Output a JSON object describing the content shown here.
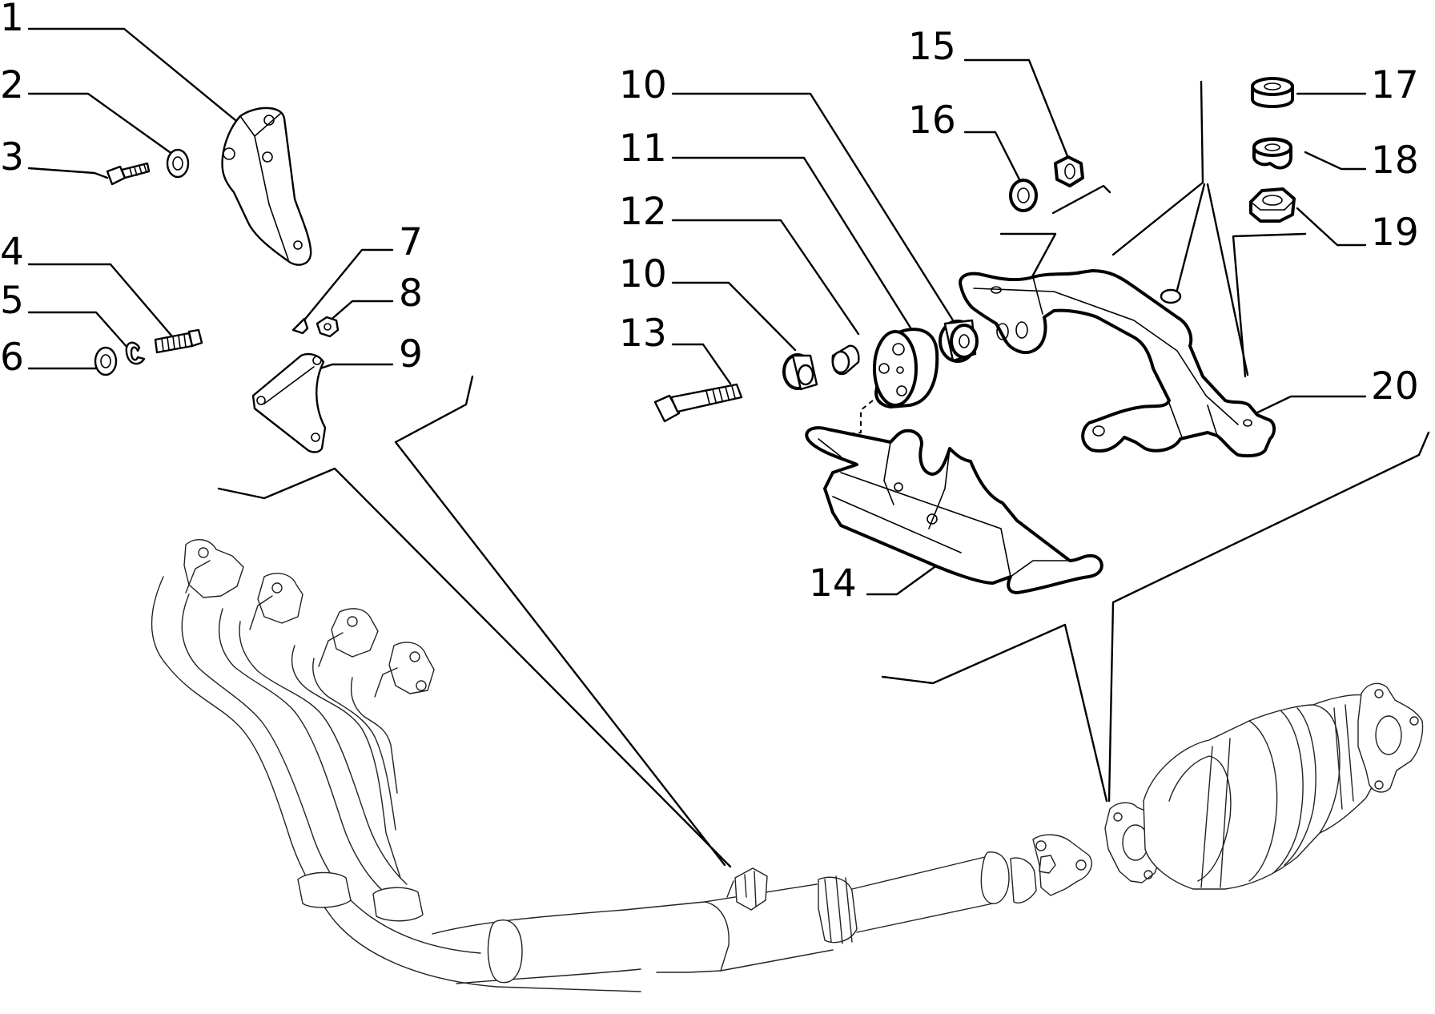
{
  "diagram": {
    "callouts": [
      {
        "id": "c1",
        "text": "1"
      },
      {
        "id": "c2",
        "text": "2"
      },
      {
        "id": "c3",
        "text": "3"
      },
      {
        "id": "c4",
        "text": "4"
      },
      {
        "id": "c5",
        "text": "5"
      },
      {
        "id": "c6",
        "text": "6"
      },
      {
        "id": "c7",
        "text": "7"
      },
      {
        "id": "c8",
        "text": "8"
      },
      {
        "id": "c9",
        "text": "9"
      },
      {
        "id": "c10a",
        "text": "10"
      },
      {
        "id": "c11",
        "text": "11"
      },
      {
        "id": "c12",
        "text": "12"
      },
      {
        "id": "c10b",
        "text": "10"
      },
      {
        "id": "c13",
        "text": "13"
      },
      {
        "id": "c14",
        "text": "14"
      },
      {
        "id": "c15",
        "text": "15"
      },
      {
        "id": "c16",
        "text": "16"
      },
      {
        "id": "c17",
        "text": "17"
      },
      {
        "id": "c18",
        "text": "18"
      },
      {
        "id": "c19",
        "text": "19"
      },
      {
        "id": "c20",
        "text": "20"
      }
    ]
  }
}
